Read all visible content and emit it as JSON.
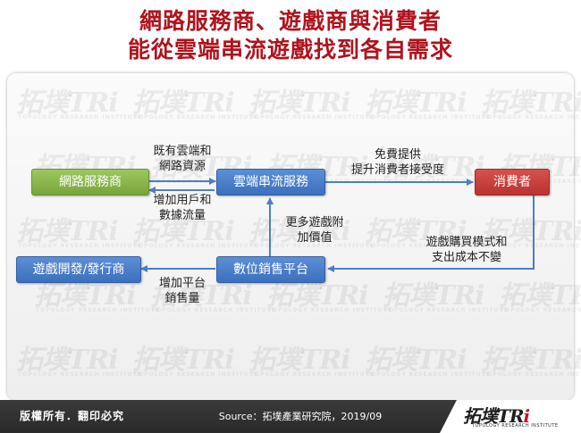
{
  "title": {
    "line1": "網路服務商、遊戲商與消費者",
    "line2": "能從雲端串流遊戲找到各自需求"
  },
  "nodes": {
    "isp": "網路服務商",
    "cloud": "雲端串流服務",
    "consumer": "消費者",
    "developer": "遊戲開發/發行商",
    "platform": "數位銷售平台"
  },
  "edge_labels": {
    "isp_to_cloud": [
      "既有雲端和",
      "網路資源"
    ],
    "cloud_to_isp": [
      "增加用戶和",
      "數據流量"
    ],
    "cloud_to_consumer": [
      "免費提供",
      "提升消費者接受度"
    ],
    "consumer_to_platform": [
      "遊戲購買模式和",
      "支出成本不變"
    ],
    "platform_to_cloud": [
      "更多遊戲附",
      "加價值"
    ],
    "platform_to_developer": [
      "增加平台",
      "銷售量"
    ]
  },
  "colors": {
    "title": "#b0131d",
    "isp": "#8ab64d",
    "cloud": "#4a7fcb",
    "consumer": "#c9403d",
    "arrow": "#4a7fcb"
  },
  "footer": {
    "rights": "版權所有．翻印必究",
    "source": "Source：拓墣產業研究院，2019/09",
    "logo_main": "拓墣TR",
    "logo_i": "i",
    "logo_sub": "TOPOLOGY RESEARCH INSTITUTE"
  },
  "watermark": {
    "text": "拓墣TRi",
    "sub": "TOPOLOGY RESEARCH INSTITUTE"
  }
}
